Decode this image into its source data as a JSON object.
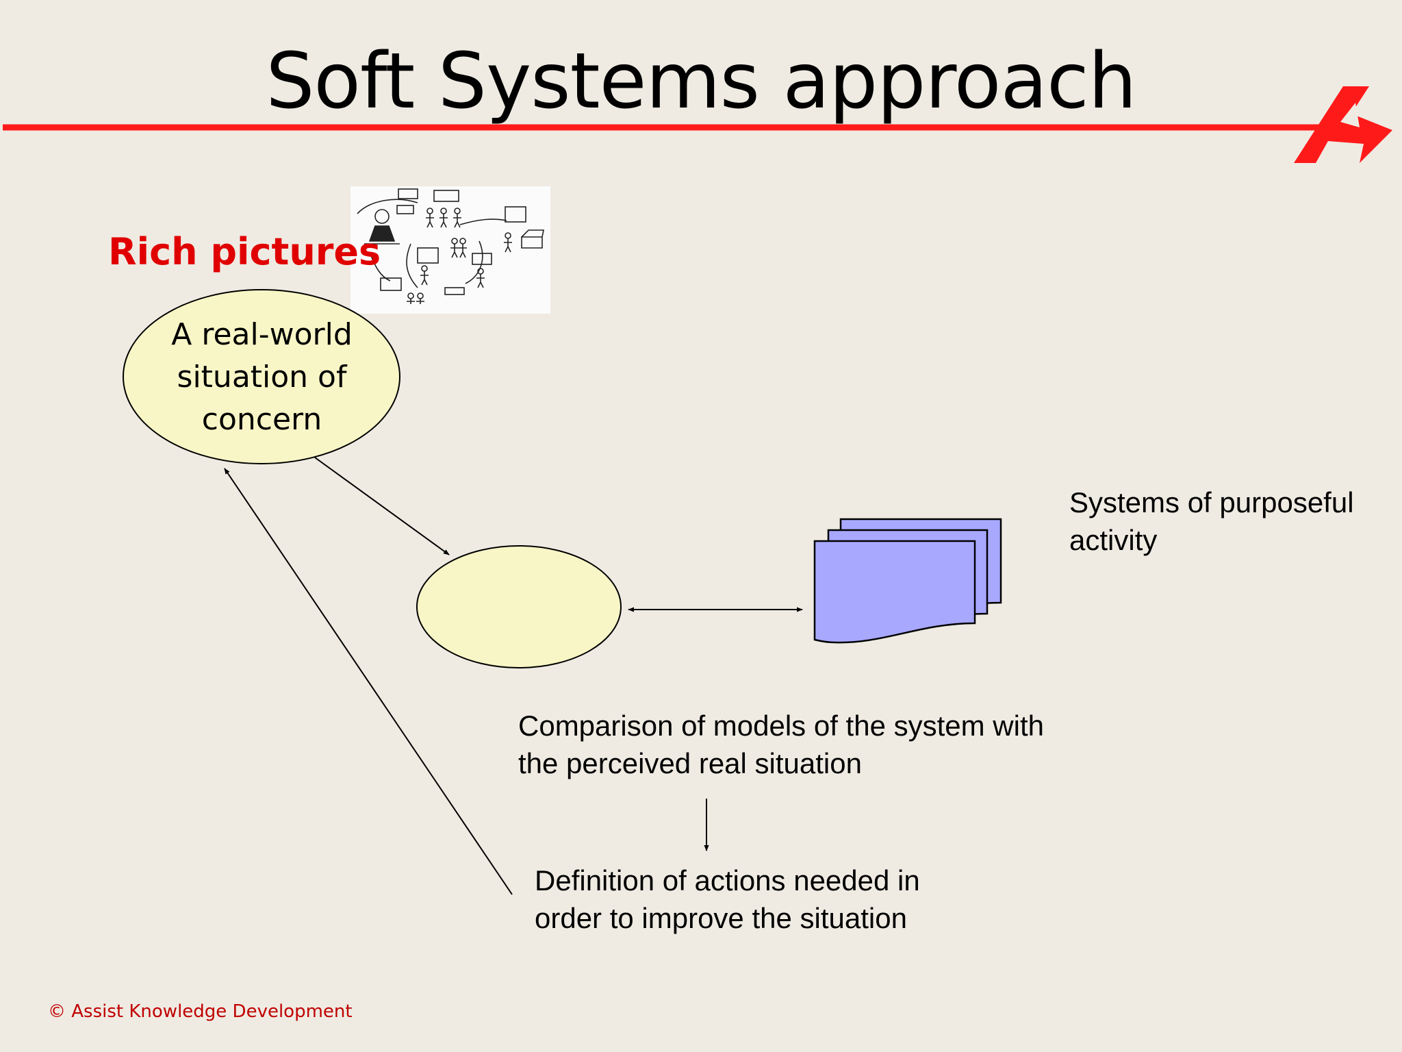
{
  "slide": {
    "title": "Soft Systems approach",
    "rich_pictures_heading": "Rich pictures",
    "real_world_situation": "A real-world situation of concern",
    "systems_label": "Systems of purposeful activity",
    "comparison_label": "Comparison of models of the system with the perceived real situation",
    "definition_label": "Definition of actions needed in order to improve the situation",
    "copyright": "© Assist Knowledge Development"
  },
  "colors": {
    "background": "#efebe3",
    "accent_red": "#e00000",
    "ellipse_fill": "#f8f6c6",
    "document_fill": "#a8a8ff"
  },
  "images": {
    "rich_picture": "rich-picture-sketch",
    "logo": "red-arrow-logo"
  }
}
